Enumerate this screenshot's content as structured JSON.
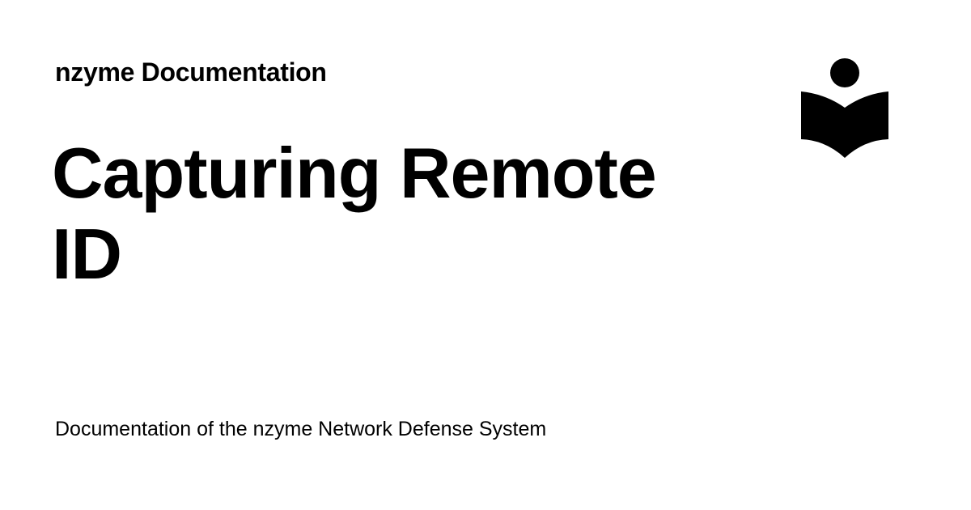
{
  "header": {
    "site_title": "nzyme Documentation",
    "logo_icon": "book-reader-icon"
  },
  "main": {
    "page_title": "Capturing Remote ID",
    "description": "Documentation of the nzyme Network Defense System"
  },
  "colors": {
    "background": "#ffffff",
    "text": "#000000"
  }
}
